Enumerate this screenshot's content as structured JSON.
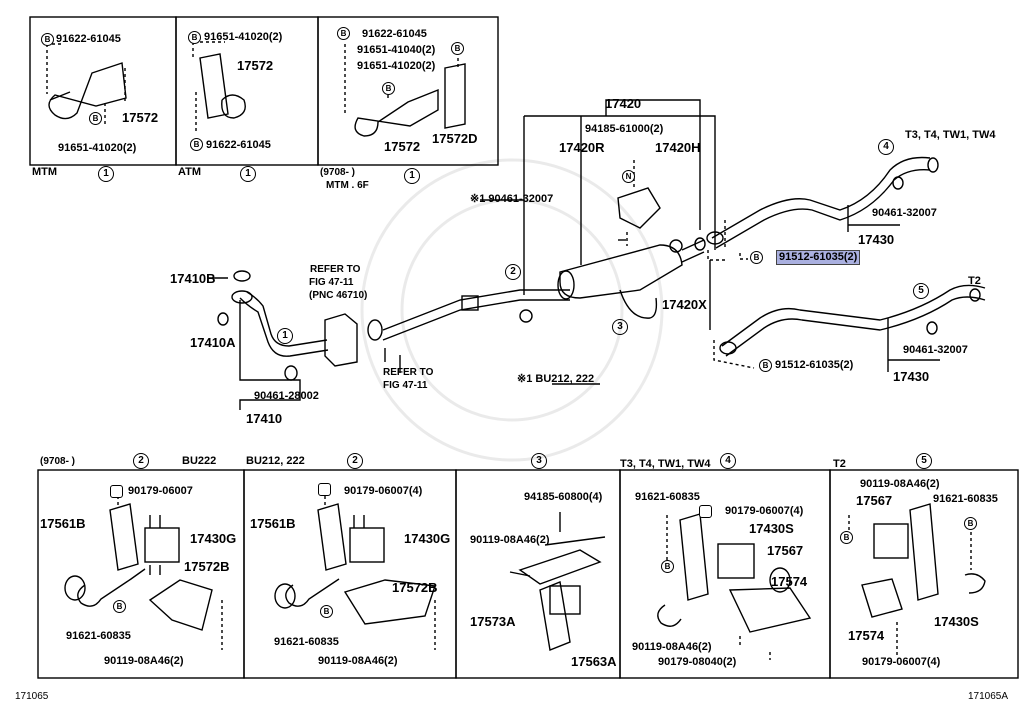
{
  "panels_top": {
    "mtm": {
      "caption": "MTM",
      "num": "1",
      "p1": "91622-61045",
      "p2": "17572",
      "p3": "91651-41020(2)",
      "b": "B"
    },
    "atm": {
      "caption": "ATM",
      "num": "1",
      "p1": "91651-41020(2)",
      "p2": "17572",
      "p3": "91622-61045",
      "b": "B"
    },
    "mtm6f": {
      "caption1": "(9708-     )",
      "caption2": "MTM . 6F",
      "num": "1",
      "p1": "91622-61045",
      "p2": "91651-41040(2)",
      "p3": "91651-41020(2)",
      "p4": "17572",
      "p5": "17572D",
      "b": "B"
    }
  },
  "main": {
    "p17420": "17420",
    "p94185": "94185-61000(2)",
    "p17420R": "17420R",
    "p17420H": "17420H",
    "n_label": "N",
    "note1": "※1 90461-32007",
    "p17410B": "17410B",
    "refer1a": "REFER TO",
    "refer1b": "FIG 47-11",
    "refer1c": "(PNC 46710)",
    "p17410A": "17410A",
    "p90461_28002": "90461-28002",
    "p17410": "17410",
    "refer2a": "REFER TO",
    "refer2b": "FIG 47-11",
    "note2": "※1 BU212, 222",
    "p17420X": "17420X",
    "t3_label": "T3, T4, TW1, TW4",
    "p90461_32007a": "90461-32007",
    "p17430a": "17430",
    "p91512_hl": "91512-61035(2)",
    "t2_label": "T2",
    "p90461_32007b": "90461-32007",
    "p91512b": "91512-61035(2)",
    "p17430b": "17430",
    "n1": "1",
    "n2": "2",
    "n3": "3",
    "n4": "4",
    "n5": "5",
    "b": "B"
  },
  "panels_bottom": {
    "header_left": "(9708-     )",
    "header_left_num": "2",
    "header_bu222": "BU222",
    "header_bu212": "BU212, 222",
    "header_bu212_num": "2",
    "header_3_num": "3",
    "header_t3": "T3, T4, TW1, TW4",
    "header_t3_num": "4",
    "header_t2": "T2",
    "header_t2_num": "5",
    "a": {
      "p1": "90179-06007",
      "p2": "17561B",
      "p3": "17430G",
      "p4": "17572B",
      "p5": "91621-60835",
      "p6": "90119-08A46(2)",
      "b": "B"
    },
    "b": {
      "p1": "90179-06007(4)",
      "p2": "17561B",
      "p3": "17430G",
      "p4": "17572B",
      "p5": "91621-60835",
      "p6": "90119-08A46(2)",
      "b": "B"
    },
    "c": {
      "p1": "94185-60800(4)",
      "p2": "90119-08A46(2)",
      "p3": "17573A",
      "p4": "17563A"
    },
    "d": {
      "p1": "91621-60835",
      "p2": "90179-06007(4)",
      "p3": "17430S",
      "p4": "17567",
      "p5": "17574",
      "p6": "90119-08A46(2)",
      "p7": "90179-08040(2)",
      "b": "B"
    },
    "e": {
      "p1": "90119-08A46(2)",
      "p2": "17567",
      "p3": "91621-60835",
      "p4": "17574",
      "p5": "17430S",
      "p6": "90179-06007(4)",
      "b": "B"
    }
  },
  "footer": {
    "left": "171065",
    "right": "171065A"
  }
}
